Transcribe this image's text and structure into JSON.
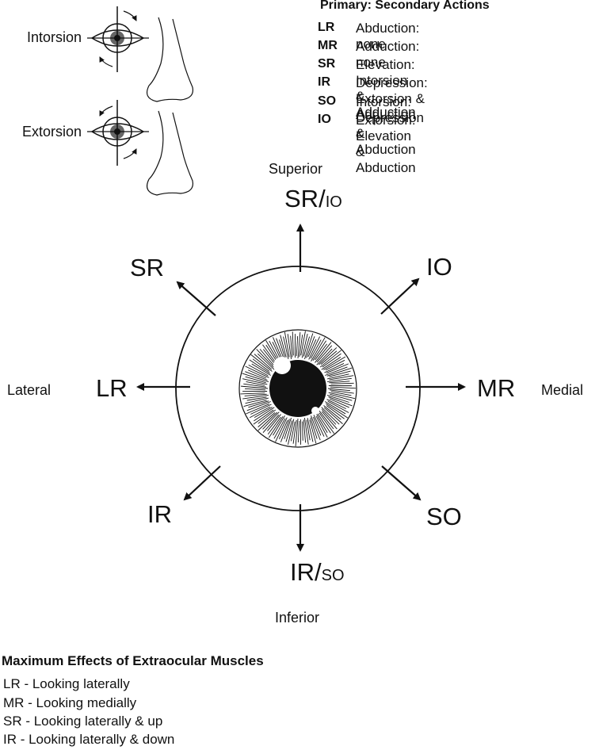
{
  "torsion": {
    "intorsion_label": "Intorsion",
    "extorsion_label": "Extorsion"
  },
  "legend": {
    "title": "Primary: Secondary Actions",
    "rows": [
      {
        "code": "LR",
        "desc": "Abduction: none"
      },
      {
        "code": "MR",
        "desc": "Adduction: none"
      },
      {
        "code": "SR",
        "desc": "Elevation: Intorsion & Adduction"
      },
      {
        "code": "IR",
        "desc": "Depression: Extorsion & Adduction"
      },
      {
        "code": "SO",
        "desc": "Intorsion: Depression & Abduction"
      },
      {
        "code": "IO",
        "desc": "Extorsion: Elevation & Abduction"
      }
    ]
  },
  "directions": {
    "superior": "Superior",
    "inferior": "Inferior",
    "lateral": "Lateral",
    "medial": "Medial"
  },
  "muscles": {
    "top_main": "SR/",
    "top_sub": "IO",
    "bottom_main": "IR/",
    "bottom_sub": "SO",
    "upper_left": "SR",
    "upper_right": "IO",
    "left": "LR",
    "right": "MR",
    "lower_left": "IR",
    "lower_right": "SO"
  },
  "max_effects": {
    "title": "Maximum Effects of Extraocular Muscles",
    "rows": [
      "LR - Looking laterally",
      "MR - Looking medially",
      "SR - Looking laterally & up",
      "IR - Looking laterally & down"
    ]
  }
}
